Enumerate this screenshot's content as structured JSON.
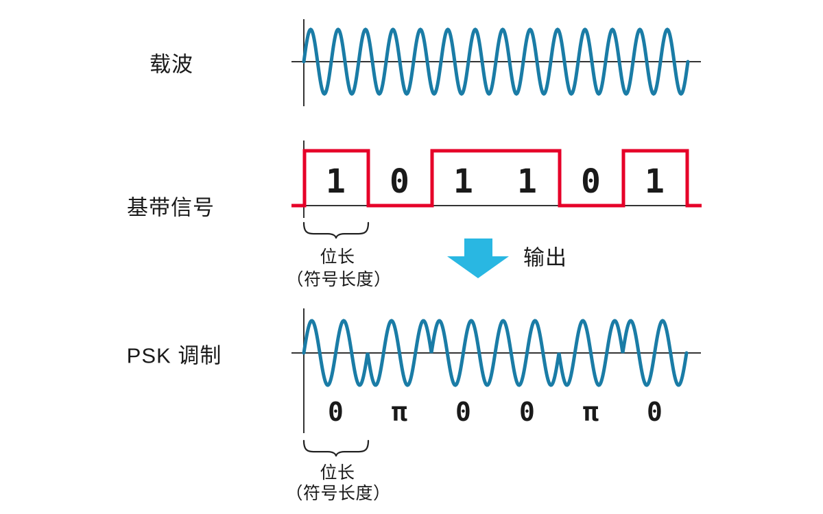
{
  "rows": {
    "carrier": {
      "label": "载波"
    },
    "baseband": {
      "label": "基带信号",
      "bits": [
        "1",
        "0",
        "1",
        "1",
        "0",
        "1"
      ]
    },
    "psk": {
      "label": "PSK 调制",
      "phases": [
        "0",
        "π",
        "0",
        "0",
        "π",
        "0"
      ]
    }
  },
  "annotations": {
    "output_label": "输出",
    "bit_length_label_1": "位长",
    "symbol_length_label_1": "（符号长度）",
    "bit_length_label_2": "位长",
    "symbol_length_label_2": "（符号长度）"
  },
  "colors": {
    "wave_blue": "#1a7ca6",
    "signal_red": "#e60028",
    "arrow_cyan": "#29b7e2",
    "axis_gray": "#333333",
    "text_black": "#1a1a1a"
  },
  "chart_data": {
    "type": "line",
    "title": "PSK modulation diagram",
    "signals": [
      {
        "name": "载波",
        "kind": "sine_carrier",
        "cycles": 14,
        "amplitude": 1,
        "phase_rad": 0
      },
      {
        "name": "基带信号",
        "kind": "square_bitstream",
        "bits": [
          1,
          0,
          1,
          1,
          0,
          1
        ],
        "levels": [
          0,
          1
        ]
      },
      {
        "name": "PSK 调制",
        "kind": "bpsk",
        "cycles_per_bit": 2,
        "amplitude": 1,
        "bit_phases": [
          "0",
          "π",
          "0",
          "0",
          "π",
          "0"
        ]
      }
    ],
    "legend_position": "none",
    "grid": false
  }
}
